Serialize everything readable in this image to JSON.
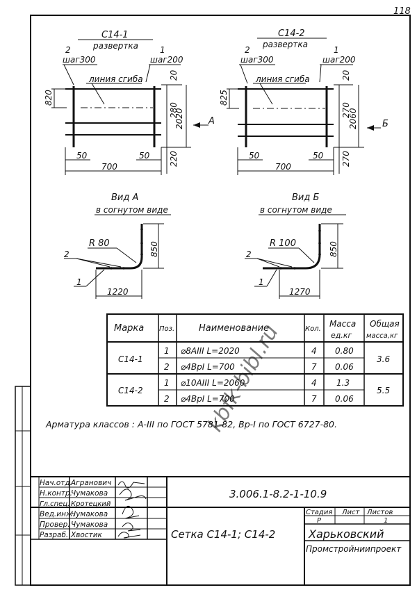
{
  "sheet_number": "118",
  "watermark": "kbfk-bibl.ru",
  "views": {
    "c141": {
      "title": "С14-1",
      "subtitle": "развертка",
      "leader2_num": "2",
      "leader2_step": "шаг300",
      "leader1_num": "1",
      "leader1_step": "шаг200",
      "bend_line": "линия сгиба",
      "dim_left": "820",
      "dim_20": "20",
      "dim_280": "280",
      "dim_total": "2020",
      "dim_220": "220",
      "dim_50_left": "50",
      "dim_50_right": "50",
      "dim_width": "700",
      "arrow_label": "А"
    },
    "c142": {
      "title": "С14-2",
      "subtitle": "развертка",
      "leader2_num": "2",
      "leader2_step": "шаг300",
      "leader1_num": "1",
      "leader1_step": "шаг200",
      "bend_line": "линия сгиба",
      "dim_left": "825",
      "dim_20": "20",
      "dim_270a": "270",
      "dim_total": "2060",
      "dim_270b": "270",
      "dim_50_left": "50",
      "dim_50_right": "50",
      "dim_width": "700",
      "arrow_label": "Б"
    },
    "bent_a": {
      "title": "Вид А",
      "subtitle": "в согнутом виде",
      "radius": "R 80",
      "leader2": "2",
      "leader1": "1",
      "height": "850",
      "length": "1220"
    },
    "bent_b": {
      "title": "Вид Б",
      "subtitle": "в согнутом виде",
      "radius": "R 100",
      "leader2": "2",
      "leader1": "1",
      "height": "850",
      "length": "1270"
    }
  },
  "spec_table": {
    "headers": {
      "mark": "Марка",
      "pos": "Поз.",
      "name": "Наименование",
      "qty": "Кол.",
      "mass_unit_1": "Масса",
      "mass_unit_2": "ед.кг",
      "mass_total_1": "Общая",
      "mass_total_2": "масса,кг"
    },
    "groups": [
      {
        "mark": "С14-1",
        "total": "3.6",
        "rows": [
          {
            "pos": "1",
            "name": "⌀8AIII  L=2020",
            "qty": "4",
            "mass": "0.80"
          },
          {
            "pos": "2",
            "name": "⌀4BpI  L=700",
            "qty": "7",
            "mass": "0.06"
          }
        ]
      },
      {
        "mark": "С14-2",
        "total": "5.5",
        "rows": [
          {
            "pos": "1",
            "name": "⌀10AIII  L=2060",
            "qty": "4",
            "mass": "1.3"
          },
          {
            "pos": "2",
            "name": "⌀4BpI  L=700",
            "qty": "7",
            "mass": "0.06"
          }
        ]
      }
    ]
  },
  "note": "Арматура классов : А-III по ГОСТ 5781-82, Вр-I по ГОСТ 6727-80.",
  "title_block": {
    "code": "3.006.1-8.2-1-10.9",
    "title": "Сетка С14-1; С14-2",
    "stage_label": "Стадия",
    "sheet_label": "Лист",
    "sheets_label": "Листов",
    "stage": "Р",
    "sheet": "",
    "sheets": "1",
    "org_line1": "Харьковский",
    "org_line2": "Промстройниипроект",
    "people": [
      {
        "role": "Нач.отд.",
        "name": "Агранович"
      },
      {
        "role": "Н.контр.",
        "name": "Чумакова"
      },
      {
        "role": "Гл.спец.",
        "name": "Кротецкий"
      },
      {
        "role": "Вед.инж.",
        "name": "Чумакова"
      },
      {
        "role": "Провер.",
        "name": "Чумакова"
      },
      {
        "role": "Разраб.",
        "name": "Хвостик"
      }
    ]
  }
}
